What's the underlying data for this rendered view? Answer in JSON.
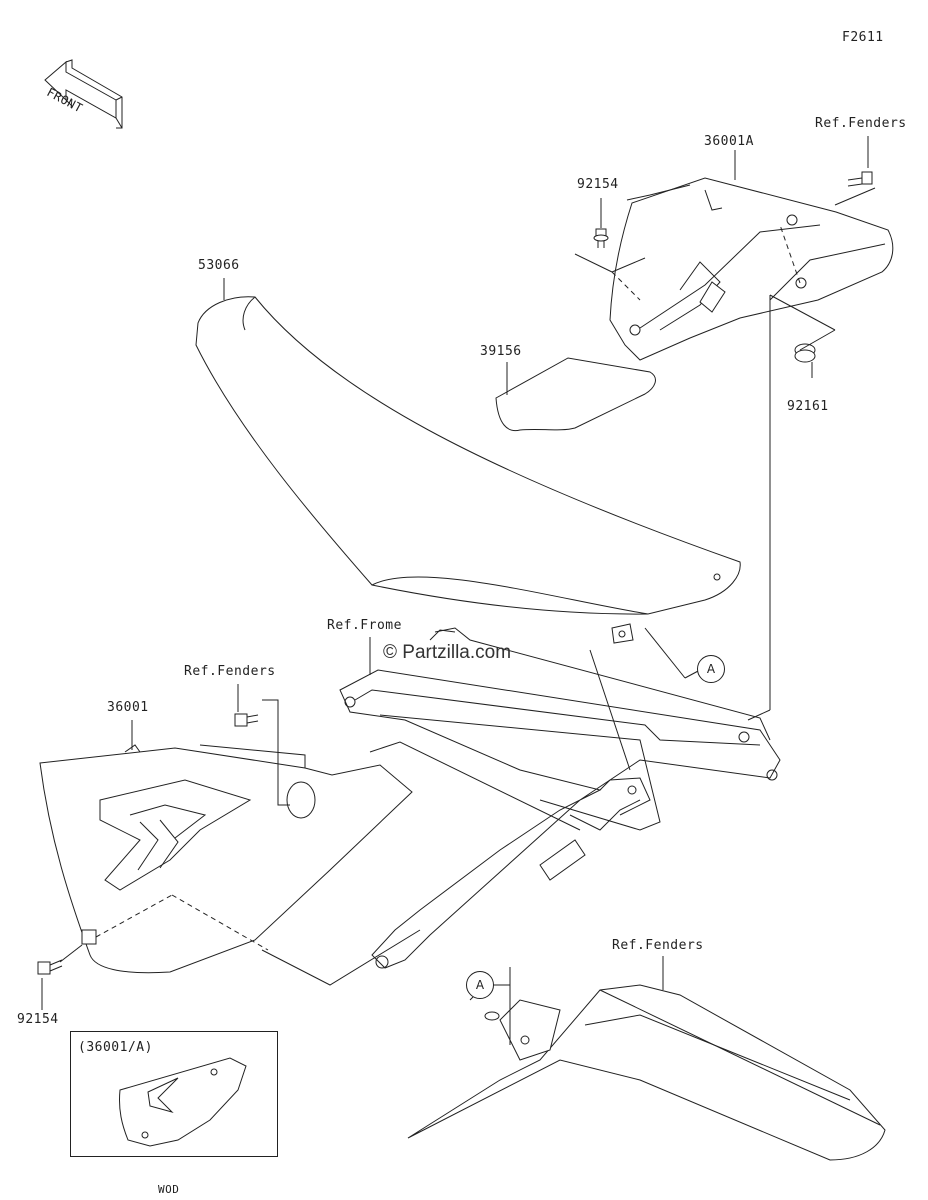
{
  "diagram_code": "F2611",
  "front_label": "FRONT",
  "watermark": "© Partzilla.com",
  "ref_circle_label": "A",
  "inset": {
    "title": "(36001/A)",
    "caption": "WOD"
  },
  "callouts": {
    "p36001A": "36001A",
    "ref_fenders_top": "Ref.Fenders",
    "p92154_top": "92154",
    "p53066": "53066",
    "p39156": "39156",
    "p92161": "92161",
    "ref_frame": "Ref.Frome",
    "ref_fenders_mid": "Ref.Fenders",
    "p36001": "36001",
    "p92154_bottom": "92154",
    "ref_fenders_bottom": "Ref.Fenders"
  }
}
